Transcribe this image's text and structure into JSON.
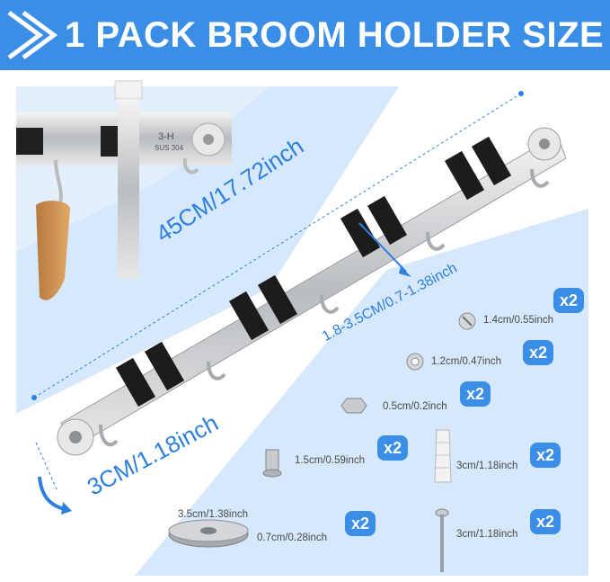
{
  "header": {
    "title": "1 PACK BROOM HOLDER SIZE"
  },
  "dimensions": {
    "length": "45CM/17.72inch",
    "width": "3CM/1.18inch",
    "clip_range": "1.8-3.5CM/0.7-1.38inch"
  },
  "rail_markings": {
    "model": "3-H",
    "material": "SUS 304"
  },
  "parts": [
    {
      "size": "1.4cm/0.55inch",
      "qty": "x2",
      "icon": "round-screw-head-icon"
    },
    {
      "size": "1.2cm/0.47inch",
      "qty": "x2",
      "icon": "washer-icon"
    },
    {
      "size": "0.5cm/0.2inch",
      "qty": "x2",
      "icon": "hex-nut-icon"
    },
    {
      "size": "1.5cm/0.59inch",
      "qty": "x2",
      "icon": "barrel-nut-icon"
    },
    {
      "size": "3cm/1.18inch",
      "qty": "x2",
      "icon": "wall-anchor-icon"
    },
    {
      "size": "3.5cm/1.38inch",
      "size2": "0.7cm/0.28inch",
      "qty": "x2",
      "icon": "magnetic-disc-icon"
    },
    {
      "size": "3cm/1.18inch",
      "qty": "x2",
      "icon": "screw-icon"
    }
  ],
  "colors": {
    "accent": "#3b8ee6",
    "panel": "#d6e8fb",
    "text": "#4a4a4a",
    "dimension_text": "#2e7fde"
  }
}
